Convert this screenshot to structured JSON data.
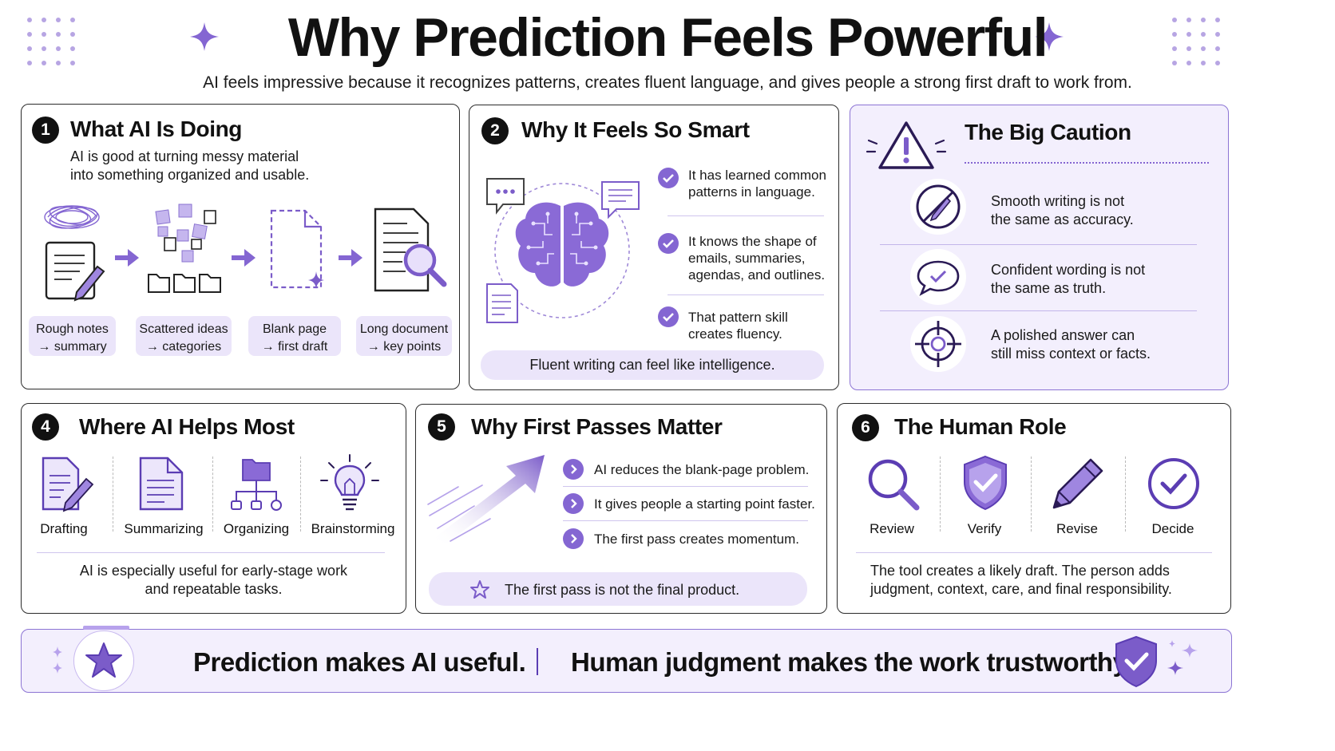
{
  "header": {
    "title": "Why Prediction Feels Powerful",
    "subtitle": "AI feels impressive because it recognizes patterns, creates fluent language, and gives people a strong first draft to work from."
  },
  "cards": {
    "doing": {
      "number": "1",
      "title": "What AI Is Doing",
      "text_line1": "AI is good at turning messy material",
      "text_line2": "into something organized and usable.",
      "steps": [
        {
          "line1": "Rough notes",
          "line2": "→ summary"
        },
        {
          "line1": "Scattered ideas",
          "line2": "→ categories"
        },
        {
          "line1": "Blank page",
          "line2": "→ first draft"
        },
        {
          "line1": "Long document",
          "line2": "→ key points"
        }
      ]
    },
    "smart": {
      "number": "2",
      "title": "Why It Feels So Smart",
      "points": [
        {
          "line1": "It has learned common",
          "line2": "patterns in language.",
          "line3": ""
        },
        {
          "line1": "It knows the shape of",
          "line2": "emails, summaries,",
          "line3": "agendas, and outlines."
        },
        {
          "line1": "That pattern skill",
          "line2": "creates fluency.",
          "line3": ""
        }
      ],
      "banner": "Fluent writing can feel like intelligence."
    },
    "caution": {
      "title": "The Big Caution",
      "items": [
        {
          "line1": "Smooth writing is not",
          "line2": "the same as accuracy."
        },
        {
          "line1": "Confident wording is not",
          "line2": "the same as truth."
        },
        {
          "line1": "A polished answer can",
          "line2": "still miss context or facts."
        }
      ]
    },
    "helps": {
      "number": "4",
      "title": "Where AI Helps Most",
      "uses": [
        "Drafting",
        "Summarizing",
        "Organizing",
        "Brainstorming"
      ],
      "text_line1": "AI is especially useful for early-stage work",
      "text_line2": "and repeatable tasks."
    },
    "passes": {
      "number": "5",
      "title": "Why First Passes Matter",
      "points": [
        "AI reduces the blank-page problem.",
        "It gives people a starting point faster.",
        "The first pass creates momentum."
      ],
      "banner": "The first pass is not the final product."
    },
    "human": {
      "number": "6",
      "title": "The Human Role",
      "steps": [
        "Review",
        "Verify",
        "Revise",
        "Decide"
      ],
      "text_line1": "The tool creates a likely draft. The person adds",
      "text_line2": "judgment, context, care, and final responsibility."
    }
  },
  "footer": {
    "left": "Prediction makes AI useful.",
    "right": "Human judgment makes the work trustworthy."
  },
  "colors": {
    "accent": "#7b5cc9",
    "accent_light": "#ebe5fa",
    "card_border": "#2b2b2b"
  }
}
